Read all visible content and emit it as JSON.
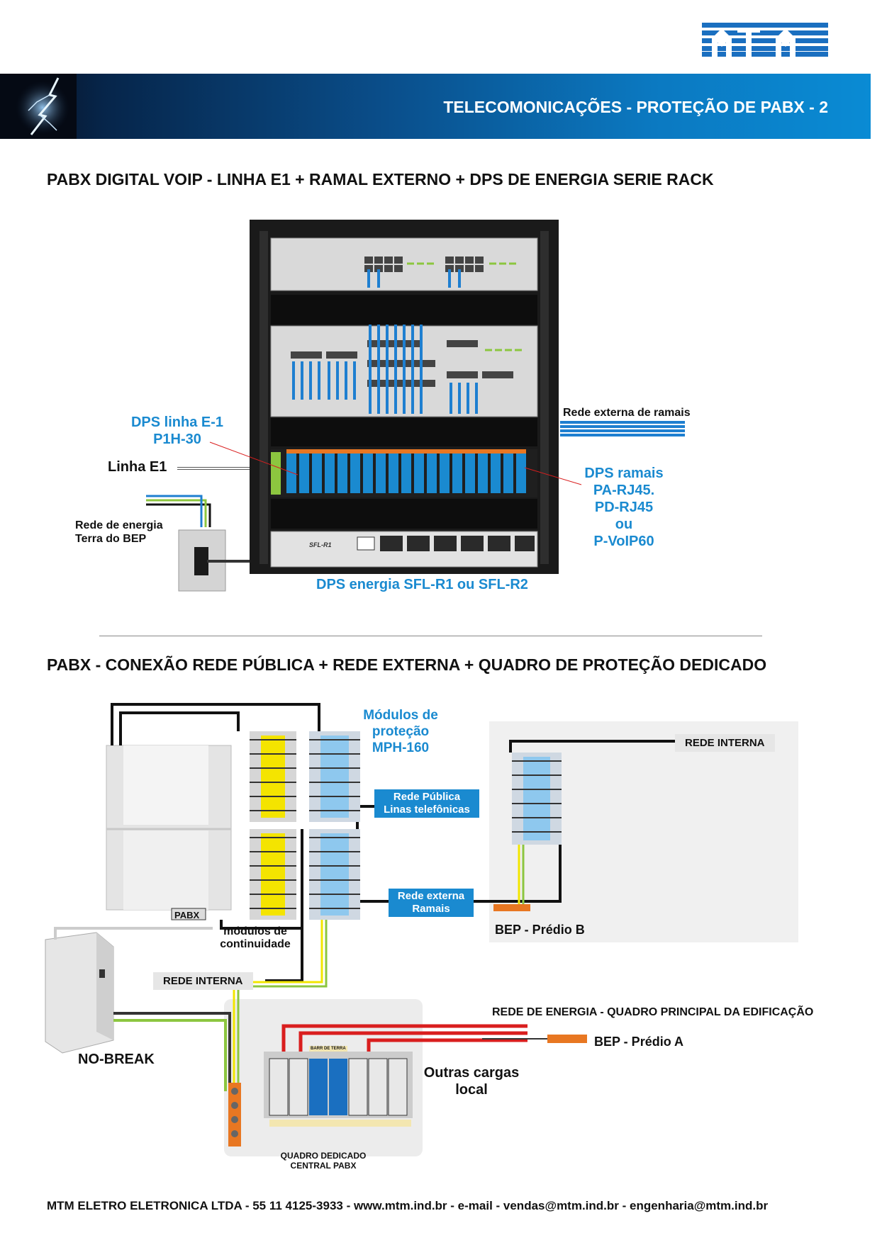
{
  "header": {
    "title": "TELECOMONICAÇÕES - PROTEÇÃO DE PABX - 2",
    "logo_icon": "mtm-logo-icon",
    "banner_icon": "lightning-icon"
  },
  "section1": {
    "title": "PABX DIGITAL VOIP  - LINHA E1 + RAMAL EXTERNO + DPS DE ENERGIA SERIE RACK",
    "labels": {
      "dps_e1": [
        "DPS linha E-1",
        "P1H-30"
      ],
      "linha_e1": "Linha E1",
      "rede_energia": [
        "Rede de energia",
        "Terra do BEP"
      ],
      "rede_externa": "Rede externa de ramais",
      "dps_ramais": [
        "DPS ramais",
        "PA-RJ45.",
        "PD-RJ45",
        "ou",
        "P-VoIP60"
      ],
      "dps_energia": "DPS energia SFL-R1 ou SFL-R2",
      "sfl_label": "SFL-R1"
    }
  },
  "section2": {
    "title": "PABX  - CONEXÃO REDE PÚBLICA + REDE EXTERNA + QUADRO DE PROTEÇÃO DEDICADO",
    "labels": {
      "modulos_protecao": [
        "Módulos de",
        "proteção",
        "MPH-160"
      ],
      "rede_publica": [
        "Rede Pública",
        "Linas telefônicas"
      ],
      "rede_externa": [
        "Rede externa",
        "Ramais"
      ],
      "pabx": "PABX",
      "modulos_continuidade": [
        "módulos de",
        "continuidade"
      ],
      "rede_interna_a": "REDE INTERNA",
      "rede_interna_b": "REDE INTERNA",
      "bep_b": "BEP - Prédio B",
      "bep_a": "BEP - Prédio A",
      "rede_energia": "REDE DE ENERGIA - QUADRO PRINCIPAL DA EDIFICAÇÃO",
      "nobreak": "NO-BREAK",
      "outras_cargas": [
        "Outras cargas",
        "local"
      ],
      "quadro": [
        "QUADRO DEDICADO",
        "CENTRAL PABX"
      ],
      "barra_terra": "BARR DE TERRA"
    }
  },
  "footer": "MTM ELETRO ELETRONICA LTDA - 55 11 4125-3933 - www.mtm.ind.br - e-mail - vendas@mtm.ind.br - engenharia@mtm.ind.br",
  "colors": {
    "accent_blue": "#1a8ad0",
    "cable_blue": "#1e7fd0",
    "ground_green": "#8cc63f",
    "ground_yellow": "#f2e600",
    "power_red": "#d91e1e",
    "bep_orange": "#e87722"
  }
}
